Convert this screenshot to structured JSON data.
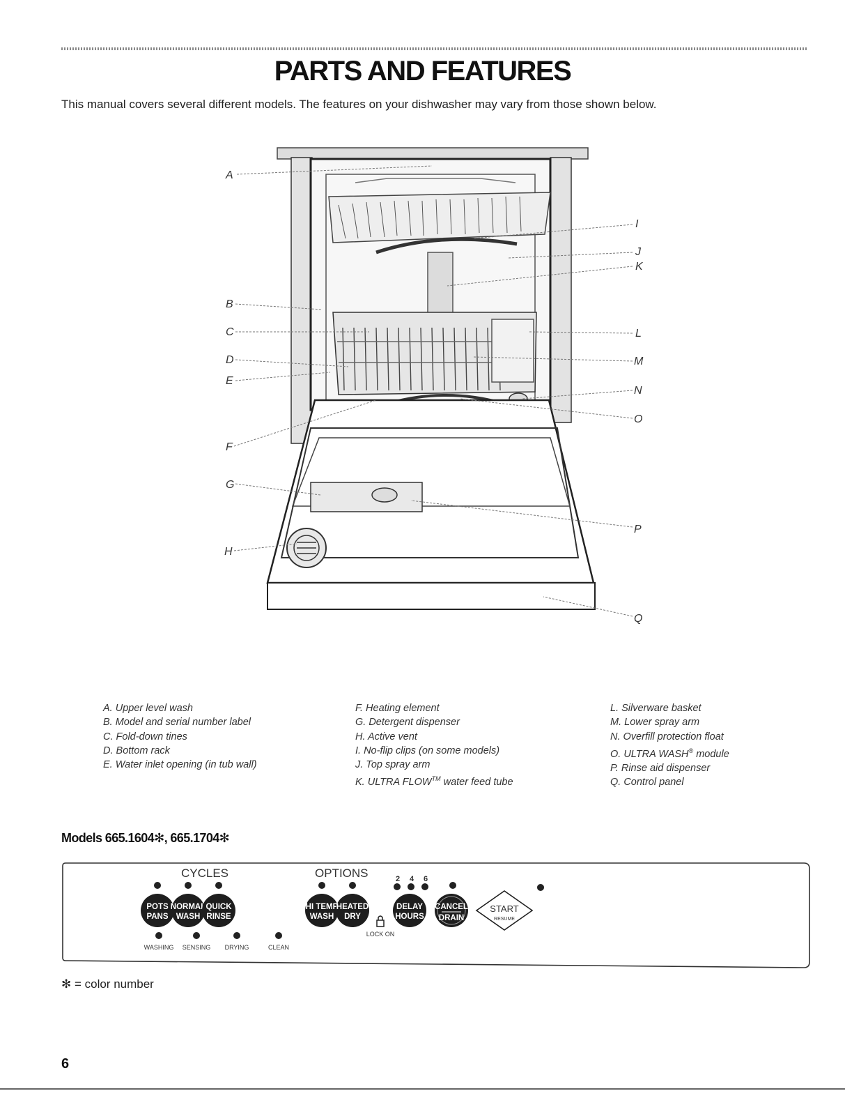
{
  "page": {
    "title": "PARTS AND FEATURES",
    "intro": "This manual covers several different models. The features on your dishwasher may vary from those shown below.",
    "page_number": "6"
  },
  "diagram": {
    "callouts": [
      "A",
      "B",
      "C",
      "D",
      "E",
      "F",
      "G",
      "H",
      "I",
      "J",
      "K",
      "L",
      "M",
      "N",
      "O",
      "P",
      "Q"
    ]
  },
  "legend": {
    "col1": [
      "A. Upper level wash",
      "B. Model and serial number label",
      "C. Fold-down tines",
      "D. Bottom rack",
      "E. Water inlet opening (in tub wall)"
    ],
    "col2": [
      "F. Heating element",
      "G. Detergent dispenser",
      "H. Active vent",
      "I. No-flip clips (on some models)",
      "J. Top spray arm"
    ],
    "col2_last": {
      "prefix": "K. ULTRA FLOW",
      "mark": "TM",
      "suffix": " water feed tube"
    },
    "col3": [
      "L. Silverware basket",
      "M. Lower spray arm",
      "N. Overfill protection float"
    ],
    "col3_o": {
      "prefix": "O. ULTRA WASH",
      "mark": "®",
      "suffix": " module"
    },
    "col3_rest": [
      "P. Rinse aid dispenser",
      "Q. Control panel"
    ]
  },
  "models": {
    "heading": "Models 665.1604✻, 665.1704✻"
  },
  "control_panel": {
    "cycles_label": "CYCLES",
    "options_label": "OPTIONS",
    "delay_numbers": [
      "2",
      "4",
      "6"
    ],
    "cycle_buttons": [
      [
        "POTS",
        "PANS"
      ],
      [
        "NORMAL",
        "WASH"
      ],
      [
        "QUICK",
        "RINSE"
      ]
    ],
    "option_buttons": [
      [
        "HI TEMP",
        "WASH"
      ],
      [
        "HEATED",
        "DRY"
      ],
      [
        "DELAY",
        "HOURS"
      ],
      [
        "CANCEL",
        "DRAIN"
      ]
    ],
    "start_label": "START",
    "resume_label": "RESUME",
    "lock_label": "LOCK ON",
    "status": [
      "WASHING",
      "SENSING",
      "DRYING",
      "CLEAN"
    ],
    "button_color": "#1e1e1e"
  },
  "footnote": "✻ = color number"
}
